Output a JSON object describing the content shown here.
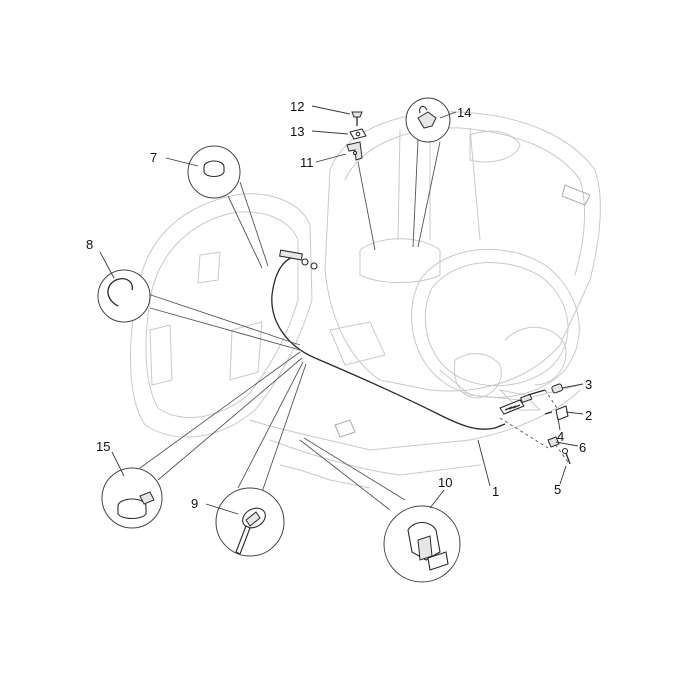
{
  "callouts": {
    "c1": "1",
    "c2": "2",
    "c3": "3",
    "c4": "4",
    "c5": "5",
    "c6": "6",
    "c7": "7",
    "c8": "8",
    "c9": "9",
    "c10": "10",
    "c11": "11",
    "c12": "12",
    "c13": "13",
    "c14": "14",
    "c15": "15"
  },
  "colors": {
    "line": "#2a2a2a",
    "ghost": "#c9c9c9",
    "background": "#ffffff"
  }
}
